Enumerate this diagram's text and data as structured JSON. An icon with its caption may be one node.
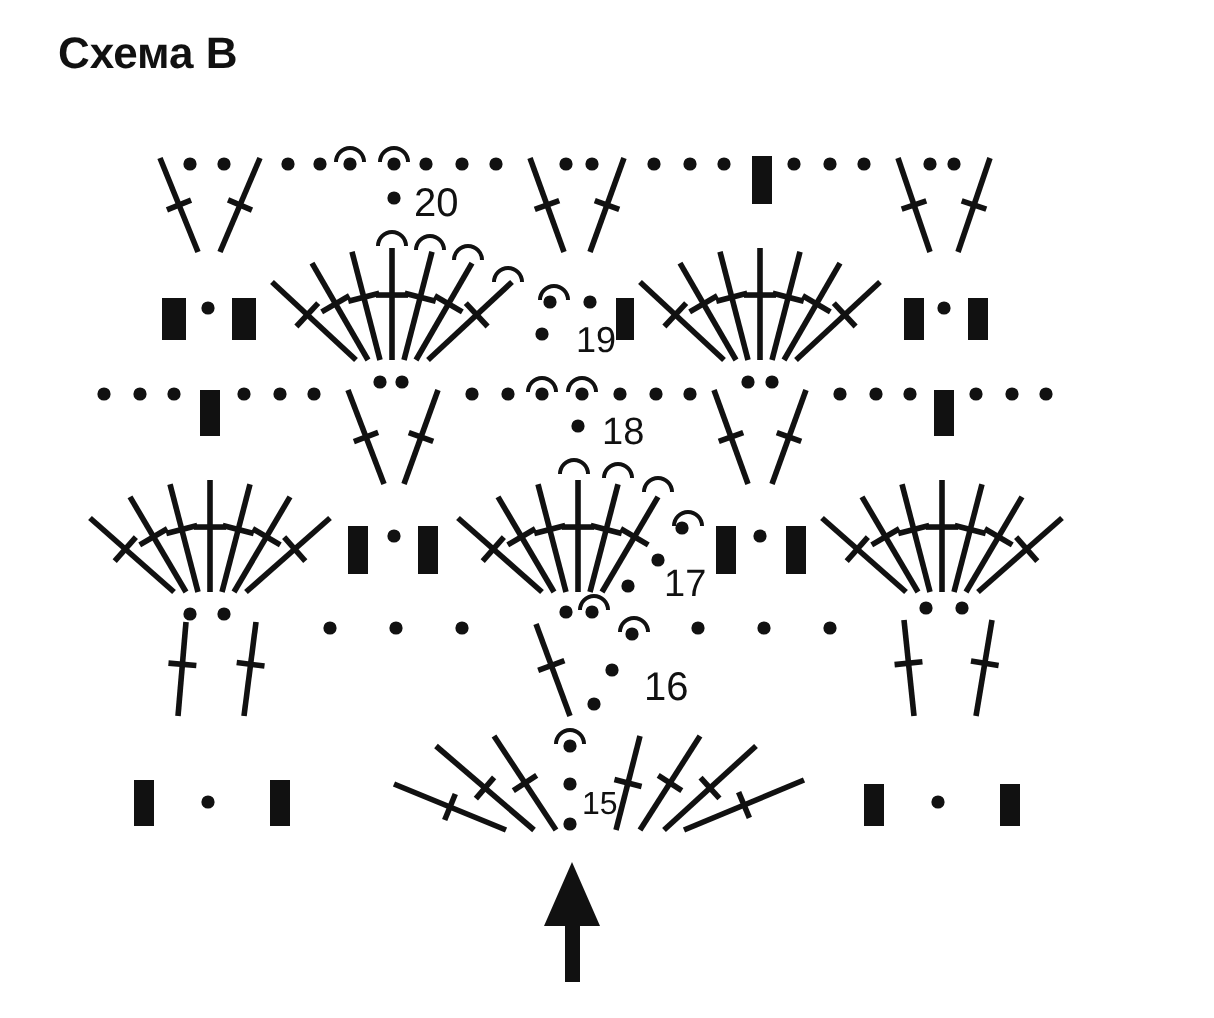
{
  "diagram": {
    "title": "Схема В",
    "labels": [
      "20",
      "19",
      "18",
      "17",
      "16",
      "15"
    ]
  }
}
